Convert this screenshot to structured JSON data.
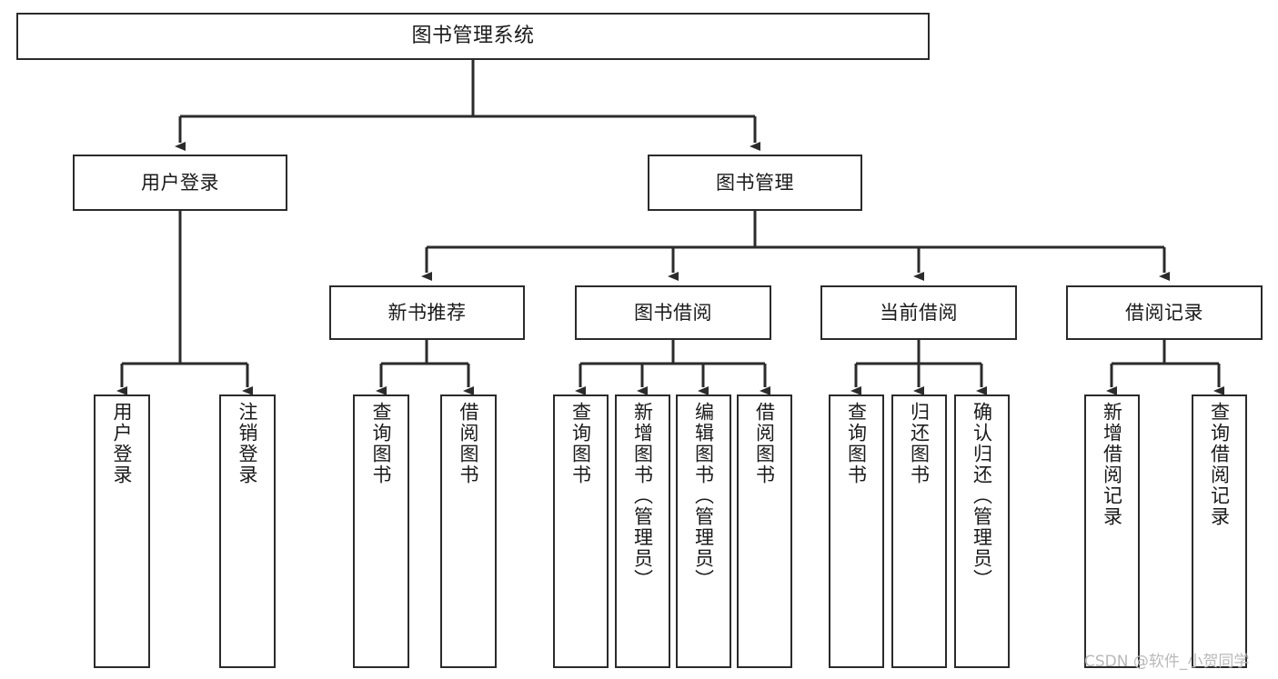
{
  "diagram": {
    "type": "tree-hierarchy",
    "title": "图书管理系统",
    "orientation": "top-down",
    "colors": {
      "box_border": "#2b2b2b",
      "box_fill": "#ffffff",
      "edge": "#2b2b2b",
      "text": "#1a1a1a",
      "watermark": "#b9b9b9",
      "background": "#ffffff"
    },
    "nodes": {
      "root": {
        "label": "图书管理系统"
      },
      "level2": [
        {
          "id": "user-login",
          "label": "用户登录"
        },
        {
          "id": "book-manage",
          "label": "图书管理"
        }
      ],
      "level3": [
        {
          "id": "new-book-recommend",
          "label": "新书推荐"
        },
        {
          "id": "book-borrow",
          "label": "图书借阅"
        },
        {
          "id": "current-borrow",
          "label": "当前借阅"
        },
        {
          "id": "borrow-record",
          "label": "借阅记录"
        }
      ],
      "leaves": {
        "user-login": [
          {
            "id": "leaf-user-login",
            "label": "用户登录"
          },
          {
            "id": "leaf-user-logout",
            "label": "注销登录"
          }
        ],
        "new-book-recommend": [
          {
            "id": "leaf-query-book-1",
            "label": "查询图书"
          },
          {
            "id": "leaf-borrow-book-1",
            "label": "借阅图书"
          }
        ],
        "book-borrow": [
          {
            "id": "leaf-query-book-2",
            "label": "查询图书"
          },
          {
            "id": "leaf-add-book",
            "label": "新增图书（管理员）"
          },
          {
            "id": "leaf-edit-book",
            "label": "编辑图书（管理员）"
          },
          {
            "id": "leaf-borrow-book-2",
            "label": "借阅图书"
          }
        ],
        "current-borrow": [
          {
            "id": "leaf-query-book-3",
            "label": "查询图书"
          },
          {
            "id": "leaf-return-book",
            "label": "归还图书"
          },
          {
            "id": "leaf-confirm-return",
            "label": "确认归还（管理员）"
          }
        ],
        "borrow-record": [
          {
            "id": "leaf-add-record",
            "label": "新增借阅记录"
          },
          {
            "id": "leaf-query-record",
            "label": "查询借阅记录"
          }
        ]
      }
    },
    "watermark": "CSDN @软件_小贺同学"
  }
}
